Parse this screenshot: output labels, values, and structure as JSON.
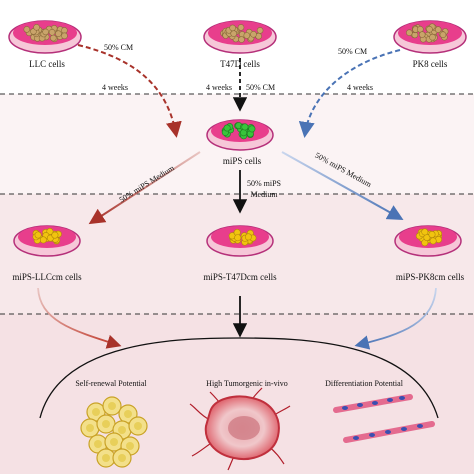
{
  "colors": {
    "band_top": "#ffffff",
    "band_mid": "#f7e8ea",
    "band_bottom": "#f5e1e4",
    "dish_pink": "#e83e8c",
    "dish_rim": "#b5307a",
    "tan_cells": "#c9a46a",
    "green_cells": "#39c43b",
    "yellow_cells": "#f1c40f",
    "arrow_red": "#a8322a",
    "arrow_blue": "#4a73b5",
    "arrow_black": "#111111",
    "tumor_red": "#d9434d",
    "tumor_vessel": "#b11d2a"
  },
  "top_row": {
    "llc": "LLC cells",
    "t47d": "T47D cells",
    "pk8": "PK8 cells"
  },
  "conditions": {
    "left_cm": "50% CM",
    "left_weeks": "4 weeks",
    "center_weeks": "4 weeks",
    "center_cm": "50% CM",
    "right_cm": "50% CM",
    "right_weeks": "4 weeks"
  },
  "mips": {
    "label": "miPS cells",
    "medium_left": "50% miPS Medium",
    "medium_center_line1": "50% miPS",
    "medium_center_line2": "Medium",
    "medium_right": "50% miPS Medium"
  },
  "derived": {
    "llc": "miPS-LLCcm cells",
    "t47d": "miPS-T47Dcm cells",
    "pk8": "miPS-PK8cm cells"
  },
  "properties": {
    "self_renewal": "Self-renewal Potential",
    "tumorigenic": "High Tumorgenic in-vivo",
    "differentiation": "Differentiation Potential"
  }
}
